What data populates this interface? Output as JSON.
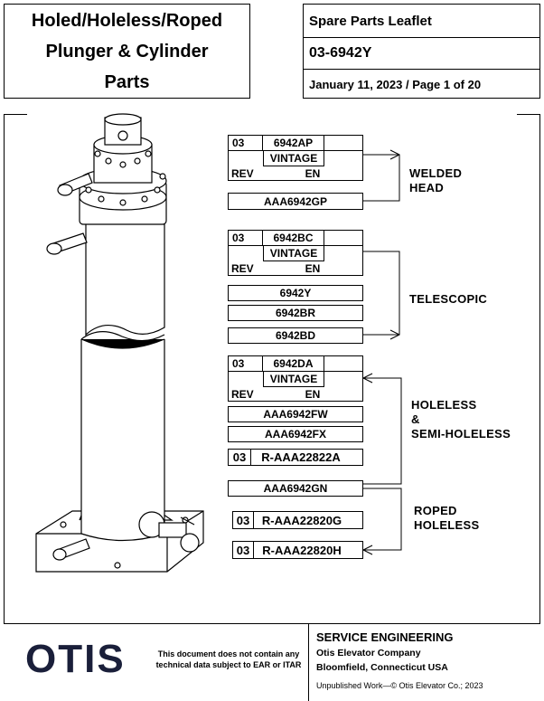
{
  "header": {
    "title_lines": [
      "Holed/Holeless/Roped",
      "Plunger & Cylinder",
      "Parts"
    ],
    "leaflet_type": "Spare Parts Leaflet",
    "leaflet_number": "03-6942Y",
    "date_page": "January 11, 2023 / Page 1 of 20"
  },
  "groups": {
    "welded_head": {
      "box": {
        "prefix": "03",
        "code": "6942AP",
        "vintage": "VINTAGE",
        "rev": "REV",
        "en": "EN"
      },
      "part": "AAA6942GP",
      "label_lines": [
        "WELDED",
        "HEAD"
      ]
    },
    "telescopic": {
      "box": {
        "prefix": "03",
        "code": "6942BC",
        "vintage": "VINTAGE",
        "rev": "REV",
        "en": "EN"
      },
      "parts": [
        "6942Y",
        "6942BR",
        "6942BD"
      ],
      "label": "TELESCOPIC"
    },
    "holeless": {
      "box": {
        "prefix": "03",
        "code": "6942DA",
        "vintage": "VINTAGE",
        "rev": "REV",
        "en": "EN"
      },
      "parts": [
        "AAA6942FW",
        "AAA6942FX"
      ],
      "prefixed_part": {
        "prefix": "03",
        "code": "R-AAA22822A"
      },
      "label_lines": [
        "HOLELESS",
        "&",
        "SEMI-HOLELESS"
      ]
    },
    "roped_holeless": {
      "part": "AAA6942GN",
      "prefixed_parts": [
        {
          "prefix": "03",
          "code": "R-AAA22820G"
        },
        {
          "prefix": "03",
          "code": "R-AAA22820H"
        }
      ],
      "label_lines": [
        "ROPED",
        "HOLELESS"
      ]
    }
  },
  "footer": {
    "logo": "OTIS",
    "disclaimer_lines": [
      "This document does not contain any",
      "technical data subject to EAR or ITAR"
    ],
    "service_title": "SERVICE ENGINEERING",
    "company": "Otis Elevator Company",
    "city": "Bloomfield, Connecticut USA",
    "copyright": "Unpublished Work—© Otis Elevator Co.; 2023"
  }
}
